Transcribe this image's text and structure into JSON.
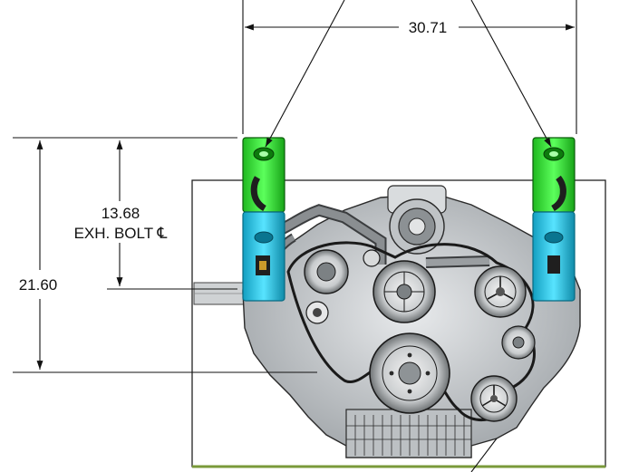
{
  "dimensions": {
    "width_label": "30.71",
    "exhaust_height_label": "13.68",
    "exhaust_ref_label": "EXH. BOLT ℄",
    "overall_height_label": "21.60"
  },
  "colors": {
    "line": "#111111",
    "manifold_green": "#2ee02e",
    "manifold_cyan": "#21c8ec",
    "engine_gray": "#c9cccf",
    "engine_dark": "#2a2a2a",
    "panel_line": "#222222",
    "ground": "#7a9a3a"
  },
  "icons": [
    "exhaust-manifold-left",
    "exhaust-manifold-right",
    "engine-front-view",
    "pulley",
    "alternator",
    "water-pump"
  ]
}
